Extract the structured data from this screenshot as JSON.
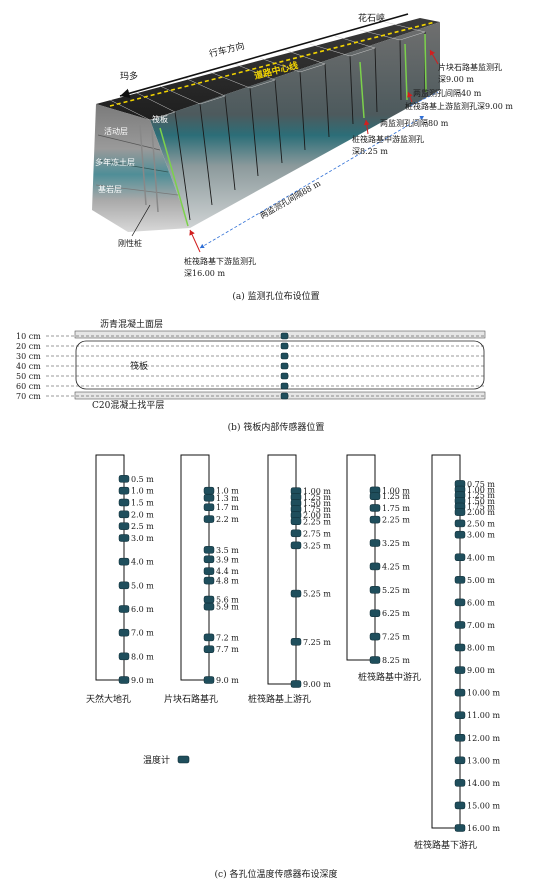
{
  "panel_a": {
    "caption": "(a)  监测孔位布设位置",
    "labels": {
      "huashixia": "花石峡",
      "travel_dir": "行车方向",
      "maduo": "玛多",
      "centerline": "道路中心线",
      "rock_hole": "片块石路基监测孔",
      "rock_depth": "深9.00 m",
      "spacing40": "两监测孔间隔40 m",
      "raft_up": "桩筏路基上游监测孔深9.00 m",
      "spacing80": "两监测孔间隔80 m",
      "raft_mid": "桩筏路基中游监测孔",
      "raft_mid_depth": "深8.25 m",
      "spacing88": "两监测孔间隔88 m",
      "raft_down": "桩筏路基下游监测孔",
      "raft_down_depth": "深16.00 m",
      "active_layer": "活动层",
      "permafrost": "多年冻土层",
      "bedrock": "基岩层",
      "rigid_pile": "刚性桩",
      "raft_word": "筏板"
    }
  },
  "panel_b": {
    "caption": "(b)  筏板内部传感器位置",
    "top_layer": "沥青混凝土面层",
    "raft": "筏板",
    "bottom_layer": "C20混凝土找平层",
    "depths": [
      "10 cm",
      "20 cm",
      "30 cm",
      "40 cm",
      "50 cm",
      "60 cm",
      "70 cm"
    ]
  },
  "panel_c": {
    "caption": "(c)  各孔位温度传感器布设深度",
    "legend": "温度计",
    "holes": [
      {
        "name": "天然大地孔",
        "max": 9.0,
        "depths": [
          0.5,
          1.0,
          1.5,
          2.0,
          2.5,
          3.0,
          4.0,
          5.0,
          6.0,
          7.0,
          8.0,
          9.0
        ],
        "labels": [
          "0.5 m",
          "1.0 m",
          "1.5 m",
          "2.0 m",
          "2.5 m",
          "3.0 m",
          "4.0 m",
          "5.0 m",
          "6.0 m",
          "7.0 m",
          "8.0 m",
          "9.0 m"
        ]
      },
      {
        "name": "片块石路基孔",
        "max": 9.0,
        "depths": [
          1.0,
          1.3,
          1.7,
          2.2,
          3.5,
          3.9,
          4.4,
          4.8,
          5.6,
          5.9,
          7.2,
          7.7,
          9.0
        ],
        "labels": [
          "1.0 m",
          "1.3 m",
          "1.7 m",
          "2.2 m",
          "3.5 m",
          "3.9 m",
          "4.4 m",
          "4.8 m",
          "5.6 m",
          "5.9 m",
          "7.2 m",
          "7.7 m",
          "9.0 m"
        ]
      },
      {
        "name": "桩筏路基上游孔",
        "max": 9.0,
        "depths": [
          1.0,
          1.25,
          1.5,
          1.75,
          2.0,
          2.25,
          2.75,
          3.25,
          5.25,
          7.25,
          9.0
        ],
        "labels": [
          "1.00 m",
          "1.25 m",
          "1.50 m",
          "1.75 m",
          "2.00 m",
          "2.25 m",
          "2.75 m",
          "3.25 m",
          "5.25 m",
          "7.25 m",
          "9.00 m"
        ]
      },
      {
        "name": "桩筏路基中游孔",
        "max": 8.25,
        "depths": [
          1.0,
          1.25,
          1.75,
          2.25,
          3.25,
          4.25,
          5.25,
          6.25,
          7.25,
          8.25
        ],
        "labels": [
          "1.00 m",
          "1.25 m",
          "1.75 m",
          "2.25 m",
          "3.25 m",
          "4.25 m",
          "5.25 m",
          "6.25 m",
          "7.25 m",
          "8.25 m"
        ]
      },
      {
        "name": "桩筏路基下游孔",
        "max": 16.0,
        "depths": [
          0.75,
          1.0,
          1.25,
          1.5,
          1.75,
          2.0,
          2.5,
          3.0,
          4.0,
          5.0,
          6.0,
          7.0,
          8.0,
          9.0,
          10.0,
          11.0,
          12.0,
          13.0,
          14.0,
          15.0,
          16.0
        ],
        "labels": [
          "0.75 m",
          "1.00 m",
          "1.25 m",
          "1.50 m",
          "1.75 m",
          "2.00 m",
          "2.50 m",
          "3.00 m",
          "4.00 m",
          "5.00 m",
          "6.00 m",
          "7.00 m",
          "8.00 m",
          "9.00 m",
          "10.00 m",
          "11.00 m",
          "12.00 m",
          "13.00 m",
          "14.00 m",
          "15.00 m",
          "16.00 m"
        ]
      }
    ]
  },
  "colors": {
    "sensor": "#1f4e5c",
    "sensor_stroke": "#0d2a33",
    "centerline": "#f2d400",
    "accent_red": "#d11f1f",
    "dim_blue": "#2f6fd6"
  }
}
